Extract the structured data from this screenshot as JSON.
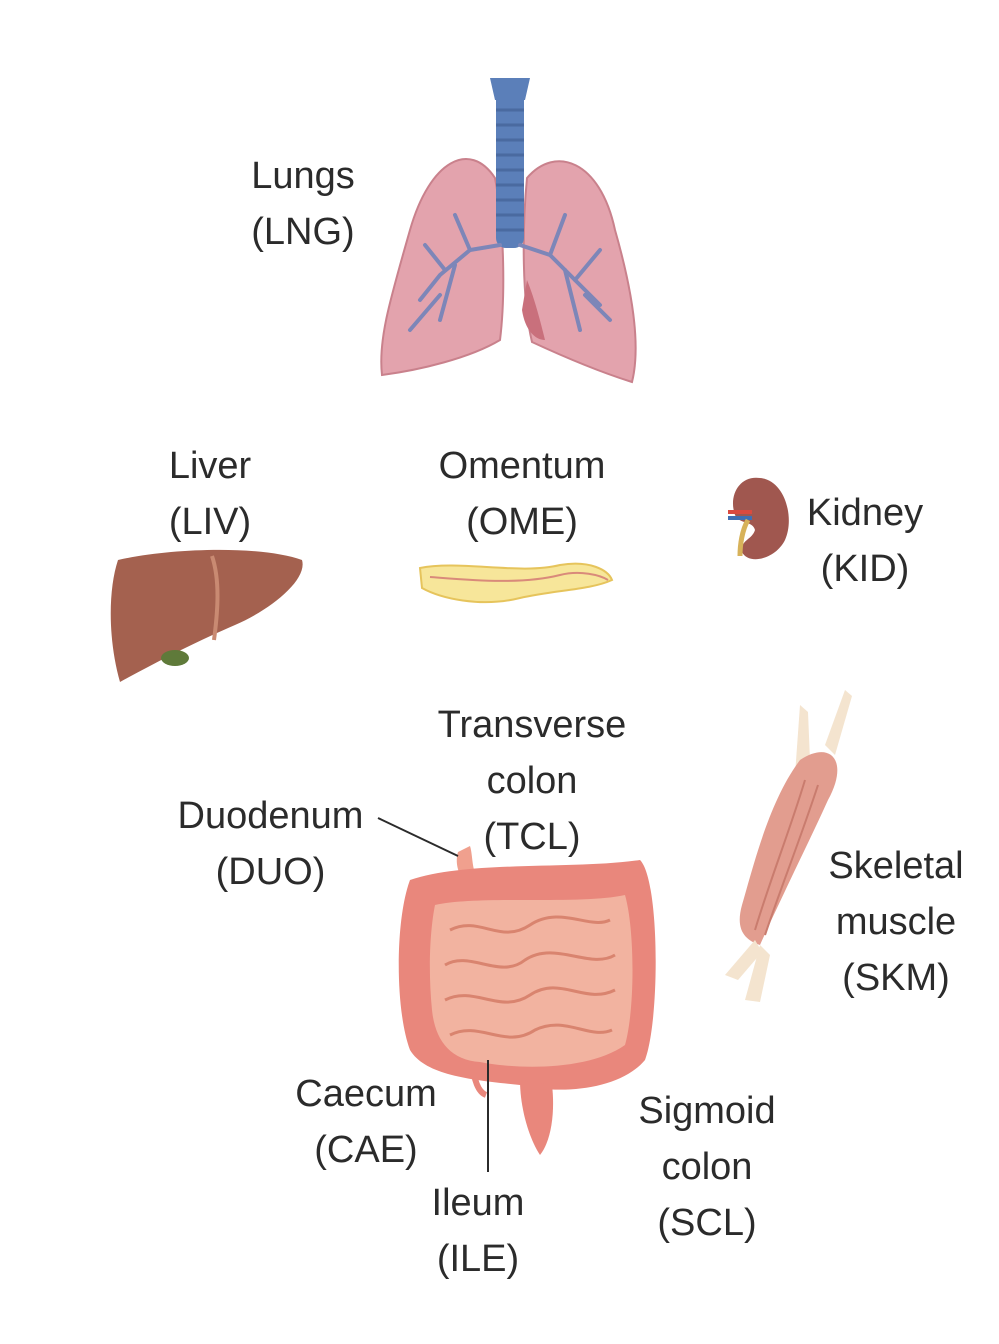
{
  "organs": [
    {
      "id": "lungs",
      "name": "Lungs",
      "code": "(LNG)"
    },
    {
      "id": "liver",
      "name": "Liver",
      "code": "(LIV)"
    },
    {
      "id": "omentum",
      "name": "Omentum",
      "code": "(OME)"
    },
    {
      "id": "kidney",
      "name": "Kidney",
      "code": "(KID)"
    },
    {
      "id": "transverse-colon",
      "name_line1": "Transverse",
      "name_line2": "colon",
      "code": "(TCL)"
    },
    {
      "id": "duodenum",
      "name": "Duodenum",
      "code": "(DUO)"
    },
    {
      "id": "skeletal-muscle",
      "name_line1": "Skeletal",
      "name_line2": "muscle",
      "code": "(SKM)"
    },
    {
      "id": "caecum",
      "name": "Caecum",
      "code": "(CAE)"
    },
    {
      "id": "ileum",
      "name": "Ileum",
      "code": "(ILE)"
    },
    {
      "id": "sigmoid-colon",
      "name_line1": "Sigmoid",
      "name_line2": "colon",
      "code": "(SCL)"
    }
  ],
  "colors": {
    "lung": "#e3a3ad",
    "trachea": "#5b7fb9",
    "liver": "#a4614f",
    "gallbladder": "#5f7a3a",
    "omentum": "#f7e69a",
    "kidney": "#a0574f",
    "muscle": "#e29d8f",
    "tendon": "#f4e4cf",
    "colon": "#e9877c",
    "small_intestine": "#f2b3a0"
  }
}
